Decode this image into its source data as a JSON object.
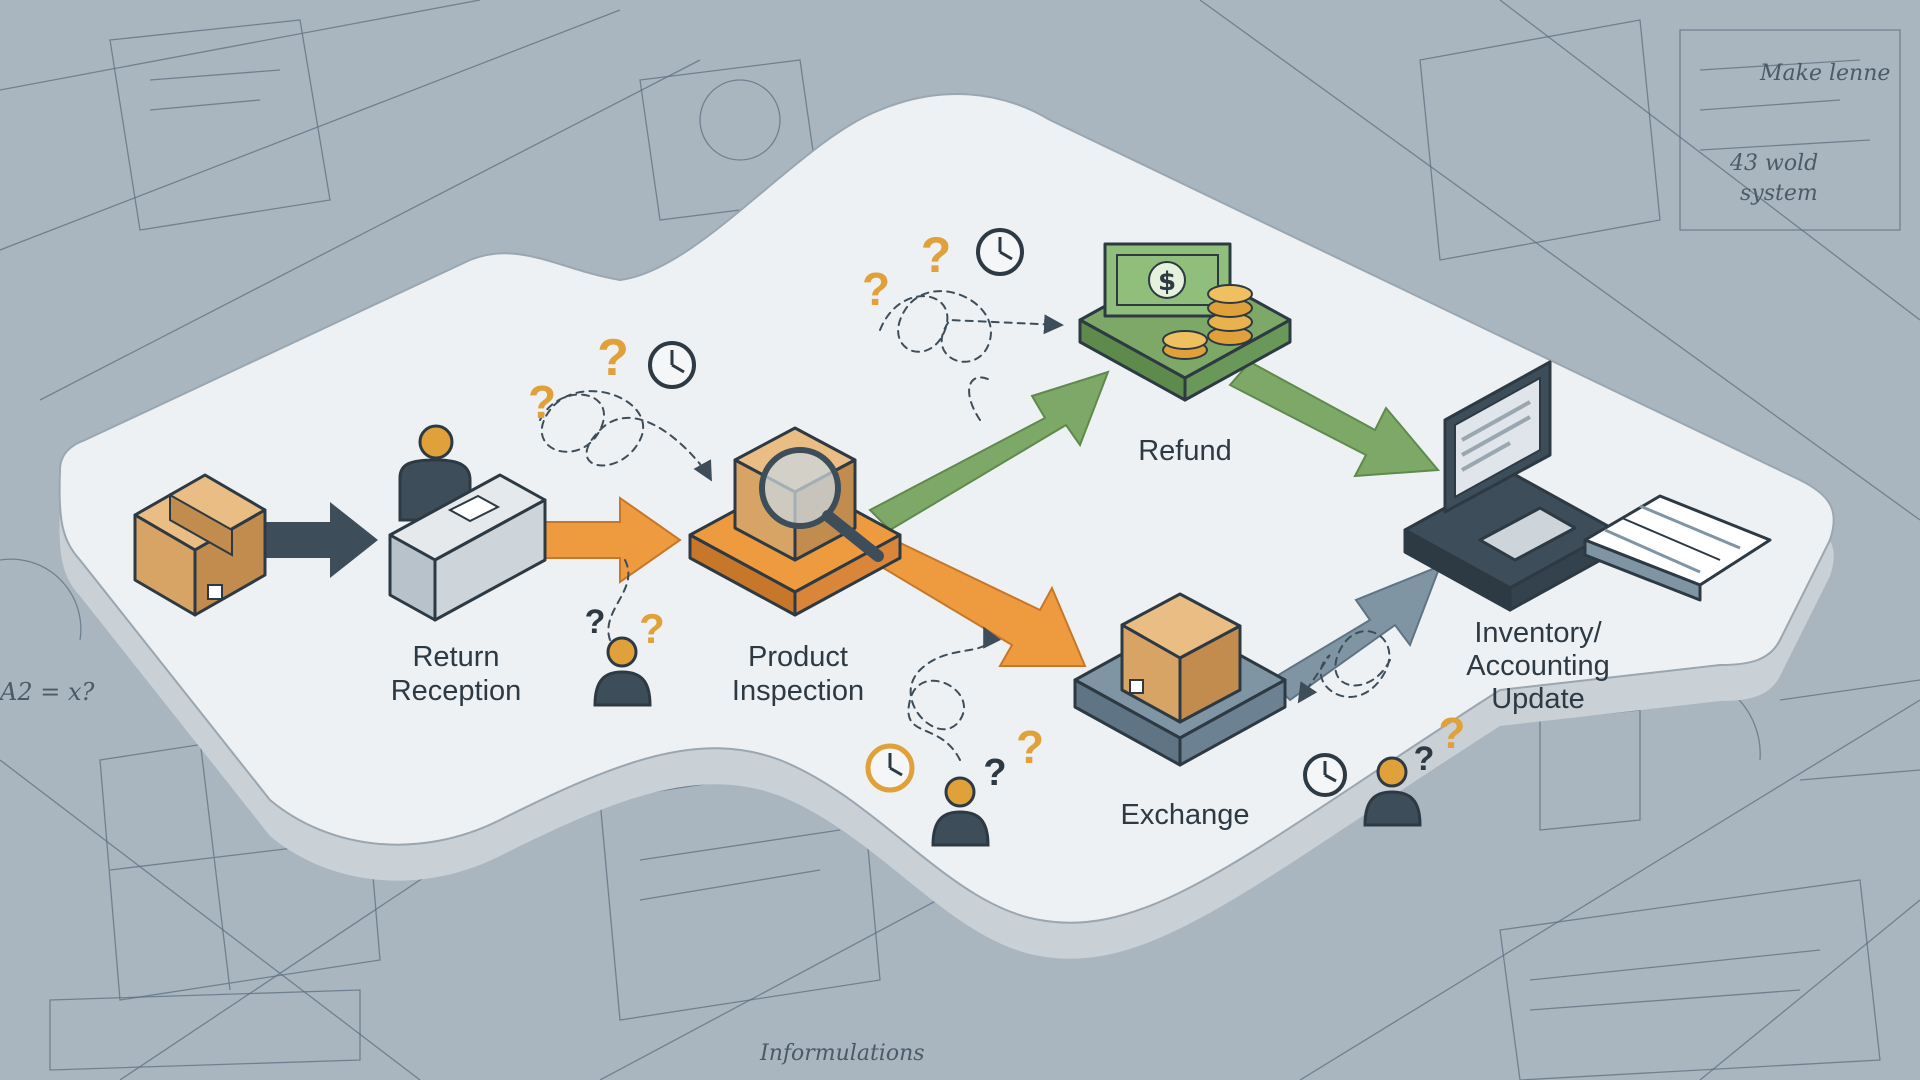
{
  "diagram": {
    "nodes": [
      {
        "id": "reception",
        "label_lines": [
          "Return",
          "Reception"
        ]
      },
      {
        "id": "inspection",
        "label_lines": [
          "Product",
          "Inspection"
        ]
      },
      {
        "id": "refund",
        "label_lines": [
          "Refund"
        ]
      },
      {
        "id": "exchange",
        "label_lines": [
          "Exchange"
        ]
      },
      {
        "id": "update",
        "label_lines": [
          "Inventory/",
          "Accounting",
          "Update"
        ]
      }
    ],
    "edges": [
      {
        "from": "package",
        "to": "reception",
        "color": "#3e4d5a"
      },
      {
        "from": "reception",
        "to": "inspection",
        "color": "#ee9a3e"
      },
      {
        "from": "inspection",
        "to": "refund",
        "color": "#7ea868"
      },
      {
        "from": "inspection",
        "to": "exchange",
        "color": "#ee9a3e"
      },
      {
        "from": "refund",
        "to": "update",
        "color": "#7ea868"
      },
      {
        "from": "exchange",
        "to": "update",
        "color": "#7f95a4"
      }
    ],
    "delay_marker_glyph": "?",
    "colors": {
      "background": "#a9b6c0",
      "platform": "#eef1f3",
      "box": "#d8a466",
      "accent_orange": "#ee9a3e",
      "accent_green": "#7ea868",
      "accent_slate": "#7f95a4",
      "dark": "#3e4d5a"
    },
    "icons": [
      "package-icon",
      "reception-desk-icon",
      "magnifier-icon",
      "cash-icon",
      "coins-icon",
      "computer-icon",
      "ledger-book-icon",
      "clock-icon",
      "person-icon",
      "question-mark-icon"
    ]
  }
}
